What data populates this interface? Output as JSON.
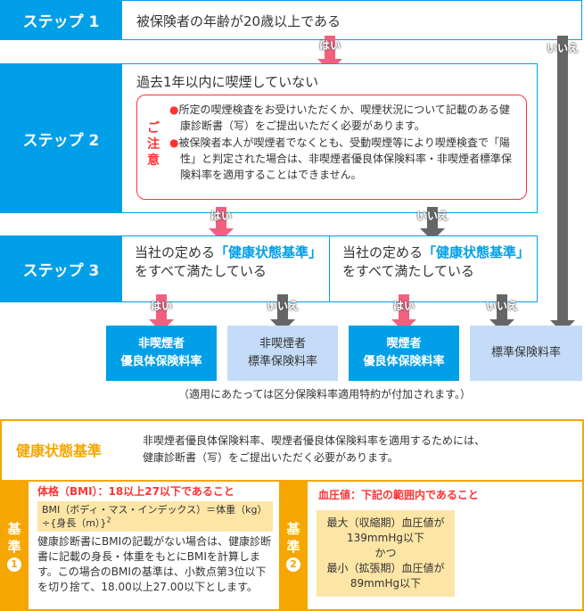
{
  "step1": {
    "label": "ステップ 1",
    "question": "被保険者の年齢が20歳以上である"
  },
  "step2": {
    "label": "ステップ 2",
    "question": "過去1年以内に喫煙していない",
    "caution_tag": [
      "ご",
      "注",
      "意"
    ],
    "caution_items": [
      "所定の喫煙検査をお受けいただくか、喫煙状況について記載のある健康診断書（写）をご提出いただく必要があります。",
      "被保険者本人が喫煙者でなくとも、受動喫煙等により喫煙検査で「陽性」と判定された場合は、非喫煙者優良体保険料率・非喫煙者標準保険料率を適用することはできません。"
    ],
    "bullet": "●"
  },
  "step3": {
    "label": "ステップ 3",
    "q_prefix": "当社の定める",
    "q_highlight": "「健康状態基準」",
    "q_suffix": "をすべて満たしている"
  },
  "answers": {
    "yes": "はい",
    "no": "いいえ"
  },
  "results": [
    {
      "line1": "非喫煙者",
      "line2": "優良体保険料率"
    },
    {
      "line1": "非喫煙者",
      "line2": "標準保険料率"
    },
    {
      "line1": "喫煙者",
      "line2": "優良体保険料率"
    },
    {
      "line1": "",
      "line2": "標準保険料率"
    }
  ],
  "note": "（適用にあたっては区分保険料率適用特約が付加されます。）",
  "criteria": {
    "title": "健康状態基準",
    "description": [
      "非喫煙者優良体保険料率、喫煙者優良体保険料率を適用するためには、",
      "健康診断書（写）をご提出いただく必要があります。"
    ],
    "c1": {
      "tag": [
        "基",
        "準"
      ],
      "num": "1",
      "heading": "体格（BMI）：18以上27以下であること",
      "formula": "BMI（ボディ・マス・インデックス）＝体重（kg）÷{身長（m）}",
      "formula_sup": "2",
      "text": "健康診断書にBMIの記載がない場合は、健康診断書に記載の身長・体重をもとにBMIを計算します。この場合のBMIの基準は、小数点第3位以下を切り捨て、18.00以上27.00以下とします。"
    },
    "c2": {
      "tag": [
        "基",
        "準"
      ],
      "num": "2",
      "heading": "血圧値：下記の範囲内であること",
      "lines": [
        "最大（収縮期）血圧値が",
        "139mmHg以下",
        "かつ",
        "最小（拡張期）血圧値が",
        "89mmHg以下"
      ]
    }
  },
  "colors": {
    "blue": "#009fe8",
    "pink": "#f3607f",
    "gray": "#666666",
    "light_blue": "#c4dcf8",
    "orange": "#f5a600",
    "red": "#ff3333",
    "yellow": "#fde5a6"
  }
}
